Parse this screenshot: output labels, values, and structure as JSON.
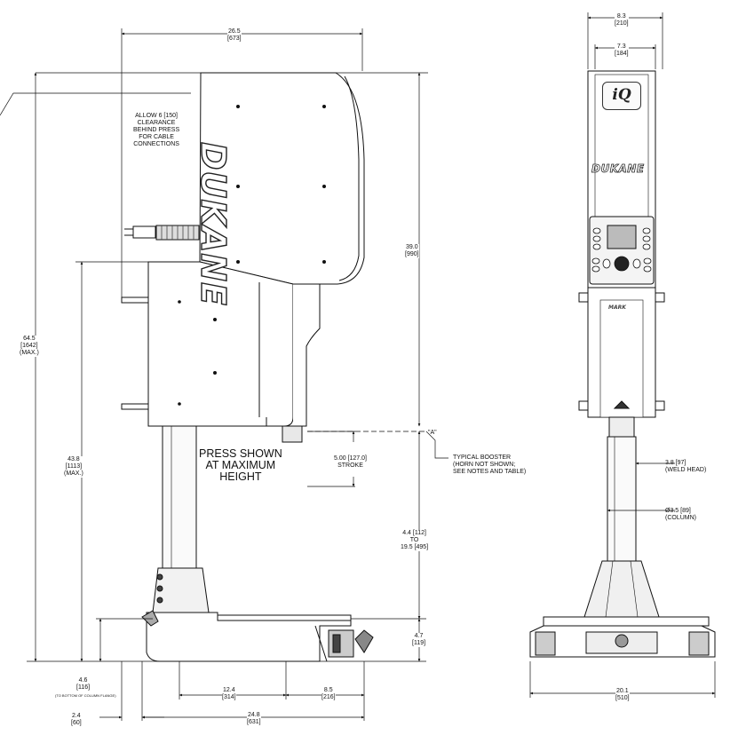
{
  "brand": {
    "name": "DUKANE",
    "logo_text": "iQ"
  },
  "side_view": {
    "overall_width": {
      "value": "26.5",
      "metric": "[673]"
    },
    "overall_height": {
      "value": "64.5",
      "metric": "[1642]",
      "note": "(MAX.)"
    },
    "head_height": {
      "value": "39.0",
      "metric": "[990]"
    },
    "column_height": {
      "value": "43.8",
      "metric": "[1113]",
      "note": "(MAX.)"
    },
    "clearance_note": [
      "ALLOW 6 [150]",
      "CLEARANCE",
      "BEHIND PRESS",
      "FOR CABLE",
      "CONNECTIONS"
    ],
    "press_note": [
      "PRESS SHOWN",
      "AT MAXIMUM",
      "HEIGHT"
    ],
    "stroke": {
      "value": "5.00 [127.0]",
      "label": "STROKE"
    },
    "booster_ref": "\"A\"",
    "booster_note": [
      "TYPICAL BOOSTER",
      "(HORN NOT SHOWN;",
      "SEE NOTES AND TABLE)"
    ],
    "daylight": {
      "min": "4.4 [112]",
      "to": "TO",
      "max": "19.5 [495]"
    },
    "base_height": {
      "value": "4.7",
      "metric": "[119]"
    },
    "flange_height": {
      "value": "4.6",
      "metric": "[116]",
      "note": "(TO BOTTOM OF COLUMN FLANGE)"
    },
    "dim_12_4": {
      "value": "12.4",
      "metric": "[314]"
    },
    "dim_8_5": {
      "value": "8.5",
      "metric": "[216]"
    },
    "dim_2_4": {
      "value": "2.4",
      "metric": "[60]"
    },
    "dim_24_8": {
      "value": "24.8",
      "metric": "[631]"
    }
  },
  "front_view": {
    "overall_width": {
      "value": "8.3",
      "metric": "[210]"
    },
    "head_width": {
      "value": "7.3",
      "metric": "[184]"
    },
    "weld_head": {
      "value": "3.8 [97]",
      "label": "(WELD HEAD)"
    },
    "column": {
      "value": "Ø3.5 [89]",
      "label": "(COLUMN)"
    },
    "base_width": {
      "value": "20.1",
      "metric": "[510]"
    }
  }
}
